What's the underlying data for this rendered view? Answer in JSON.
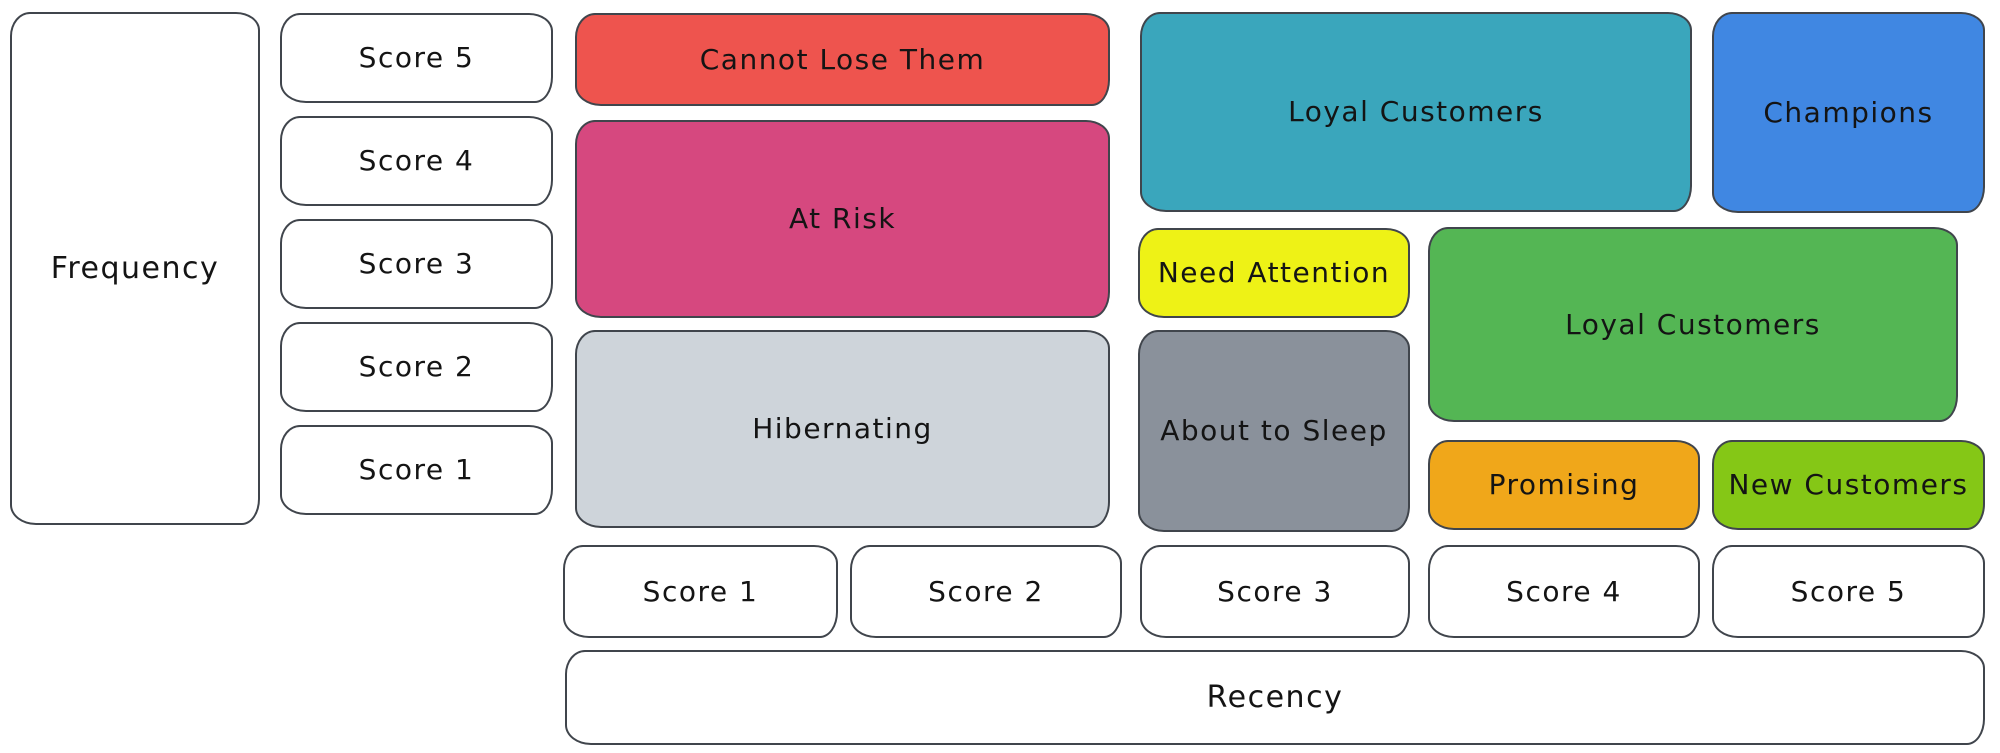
{
  "axes": {
    "frequency": "Frequency",
    "recency": "Recency"
  },
  "frequency_scores": [
    "Score 5",
    "Score 4",
    "Score 3",
    "Score 2",
    "Score 1"
  ],
  "recency_scores": [
    "Score 1",
    "Score 2",
    "Score 3",
    "Score 4",
    "Score 5"
  ],
  "segments": {
    "cannot_lose_them": {
      "label": "Cannot Lose Them",
      "color": "#ee544e"
    },
    "at_risk": {
      "label": "At Risk",
      "color": "#d6487f"
    },
    "hibernating": {
      "label": "Hibernating",
      "color": "#ced4da"
    },
    "loyal_customers_top": {
      "label": "Loyal Customers",
      "color": "#3aa6bc"
    },
    "champions": {
      "label": "Champions",
      "color": "#4087e2"
    },
    "need_attention": {
      "label": "Need Attention",
      "color": "#eef216"
    },
    "about_to_sleep": {
      "label": "About to Sleep",
      "color": "#8a919b"
    },
    "loyal_customers_mid": {
      "label": "Loyal Customers",
      "color": "#54b654"
    },
    "promising": {
      "label": "Promising",
      "color": "#f0a71a"
    },
    "new_customers": {
      "label": "New Customers",
      "color": "#85c716"
    }
  },
  "stroke_color": "#40454c"
}
